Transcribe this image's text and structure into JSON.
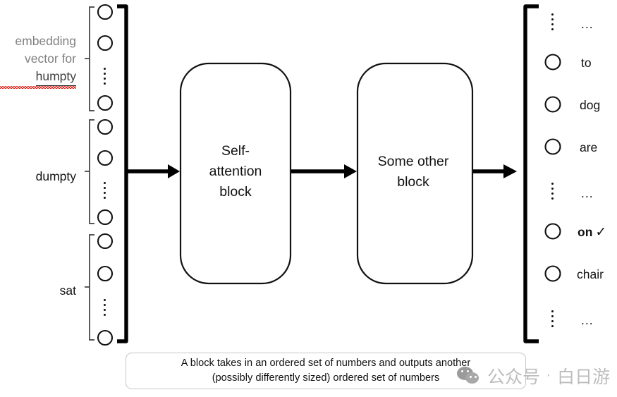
{
  "diagram": {
    "title_absent": true,
    "input_groups": [
      {
        "id": "humpty",
        "label_lines": [
          "embedding",
          "vector for",
          "humpty"
        ],
        "label_word_emphasis": "humpty",
        "label_color": "#808080",
        "emphasis_color": "#3f3f3f",
        "spellcheck_underline_color": "#e2231a",
        "neuron_count_shown": 3,
        "has_vertical_ellipsis": true
      },
      {
        "id": "dumpty",
        "label_lines": [
          "dumpty"
        ],
        "label_color": "#111111",
        "neuron_count_shown": 3,
        "has_vertical_ellipsis": true
      },
      {
        "id": "sat",
        "label_lines": [
          "sat"
        ],
        "label_color": "#111111",
        "neuron_count_shown": 3,
        "has_vertical_ellipsis": true
      }
    ],
    "blocks": [
      {
        "id": "self-attention",
        "text_lines": [
          "Self-",
          "attention",
          "block"
        ]
      },
      {
        "id": "some-other",
        "text_lines": [
          "Some other",
          "block"
        ]
      }
    ],
    "arrows": [
      {
        "from": "input-bundle",
        "to": "self-attention"
      },
      {
        "from": "self-attention",
        "to": "some-other"
      },
      {
        "from": "some-other",
        "to": "output-bundle"
      }
    ],
    "output_rows": [
      {
        "kind": "ellipsis",
        "word": "...",
        "selected": false
      },
      {
        "kind": "neuron",
        "word": "to",
        "selected": false
      },
      {
        "kind": "neuron",
        "word": "dog",
        "selected": false
      },
      {
        "kind": "neuron",
        "word": "are",
        "selected": false
      },
      {
        "kind": "ellipsis",
        "word": "...",
        "selected": false
      },
      {
        "kind": "neuron",
        "word": "on",
        "selected": true,
        "marker": "✓"
      },
      {
        "kind": "neuron",
        "word": "chair",
        "selected": false
      },
      {
        "kind": "ellipsis",
        "word": "...",
        "selected": false
      }
    ],
    "caption": {
      "line1": "A block takes in an ordered set of numbers and outputs another",
      "line2": "(possibly differently sized) ordered set of numbers",
      "border_color": "#c8c8c8"
    },
    "stroke_colors": {
      "neuron_outline": "#111111",
      "thin_bracket": "#3f3f3f",
      "thick_bracket": "#000000",
      "block_outline": "#111111",
      "arrow": "#000000"
    }
  },
  "watermark": {
    "icon": "wechat-logo-icon",
    "text_primary": "公众号",
    "separator": "·",
    "text_secondary": "白日游",
    "color": "#bdbdbd"
  }
}
